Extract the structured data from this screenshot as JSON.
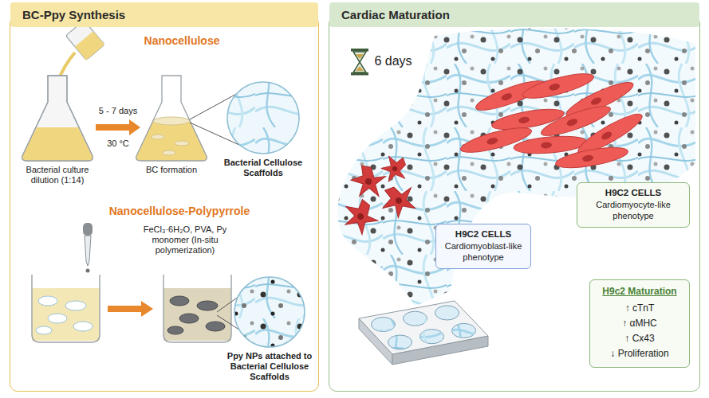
{
  "diagram": {
    "nodes": [
      {
        "text": [
          "BC-Ppy Synthesis"
        ]
      },
      {
        "text": [
          "Cardiac Maturation"
        ]
      },
      {
        "text": [
          "H9C2 CELLS",
          "Cardiomyoblast-like phenotype"
        ],
        "in": 1
      },
      {
        "text": [
          "H9C2 CELLS",
          "Cardiomyocyte-like phenotype"
        ],
        "in": 1
      },
      {
        "text": [
          "H9c2 Maturation",
          "↑ cTnT",
          "↑ αMHC",
          "↑ Cx43",
          "↓ Proliferation"
        ],
        "in": 1
      }
    ],
    "labels": [
      "Nanocellulose",
      "5 - 7 days",
      "30 °C",
      "Bacterial culture dilution (1:14)",
      "BC formation",
      "Bacterial Cellulose Scaffolds",
      "Nanocellulose-Polypyrrole",
      "FeCl₃·6H₂O, PVA, Py monomer (In-situ polymerization)",
      "Ppy NPs attached to Bacterial Cellulose Scaffolds",
      "6 days"
    ]
  }
}
